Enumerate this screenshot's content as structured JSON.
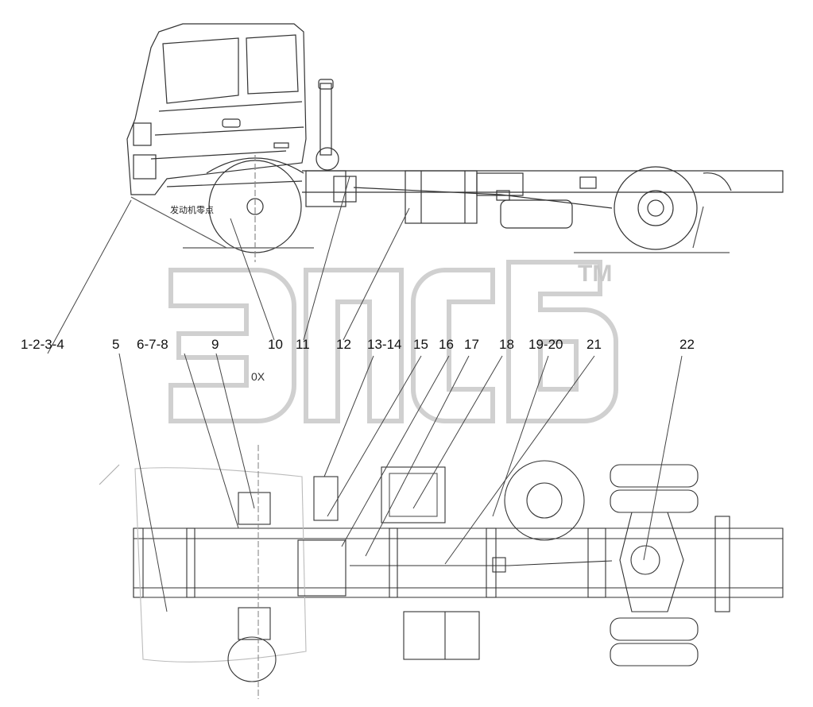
{
  "drawing": {
    "engine_label": "发动机零点",
    "center_mark": "0X",
    "callouts": [
      {
        "id": "c1",
        "text": "1-2-3-4"
      },
      {
        "id": "c5",
        "text": "5"
      },
      {
        "id": "c6",
        "text": "6-7-8"
      },
      {
        "id": "c9",
        "text": "9"
      },
      {
        "id": "c10",
        "text": "10"
      },
      {
        "id": "c11",
        "text": "11"
      },
      {
        "id": "c12",
        "text": "12"
      },
      {
        "id": "c13",
        "text": "13-14"
      },
      {
        "id": "c15",
        "text": "15"
      },
      {
        "id": "c16",
        "text": "16"
      },
      {
        "id": "c17",
        "text": "17"
      },
      {
        "id": "c18",
        "text": "18"
      },
      {
        "id": "c19",
        "text": "19-20"
      },
      {
        "id": "c21",
        "text": "21"
      },
      {
        "id": "c22",
        "text": "22"
      }
    ]
  },
  "watermark": {
    "logo_text": "ЭПСБ",
    "tm": "TM"
  },
  "colors": {
    "line": "#333333",
    "watermark": "#d6d6d6"
  }
}
